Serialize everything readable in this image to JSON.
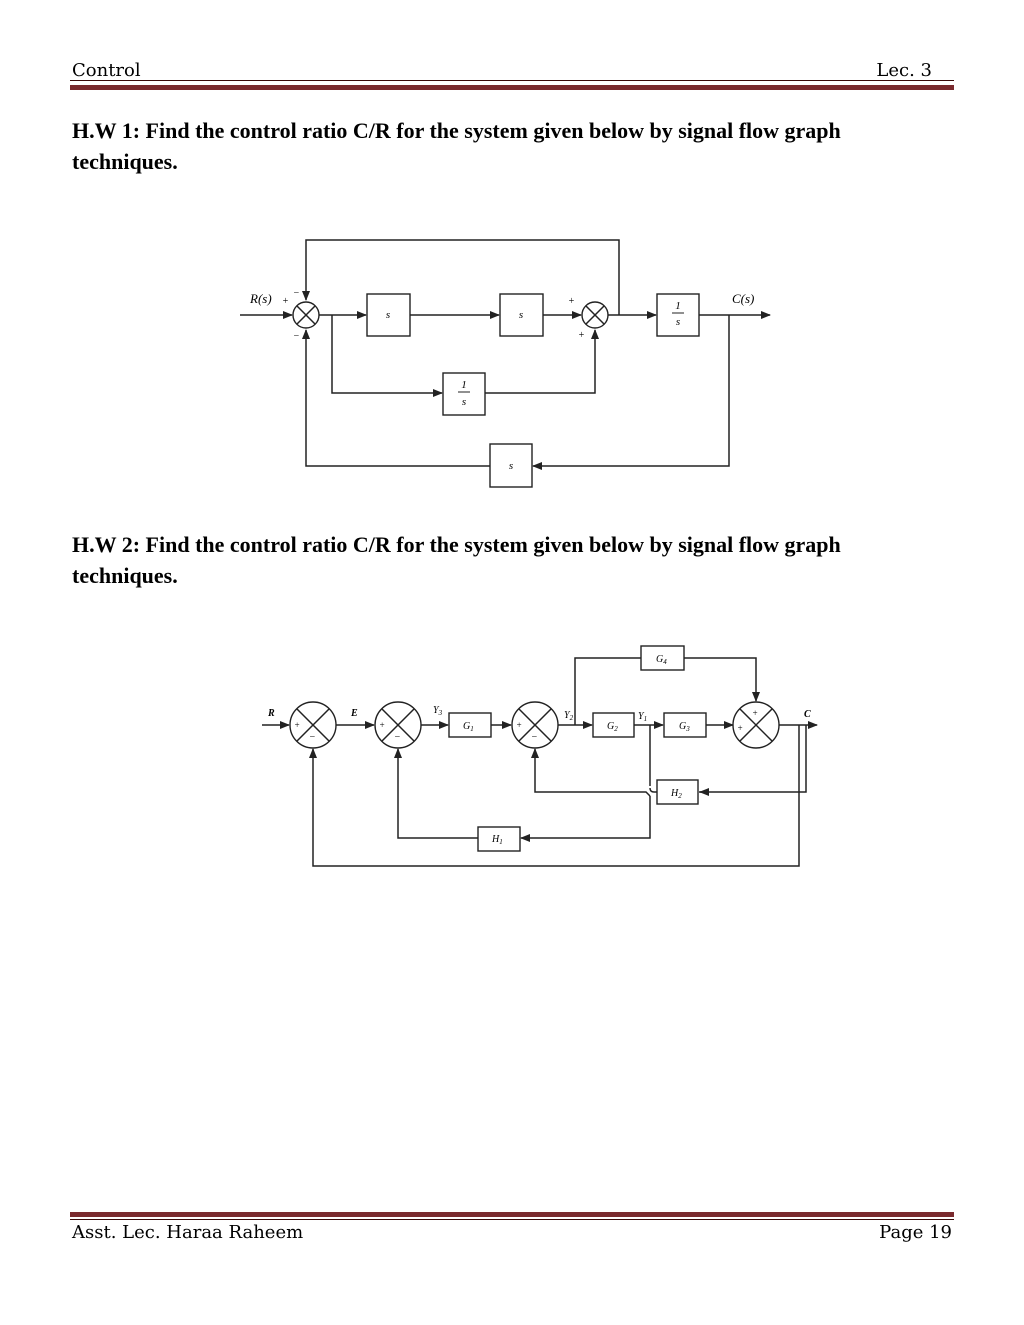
{
  "header": {
    "left": "Control",
    "right": "Lec. 3"
  },
  "questions": [
    {
      "text": "H.W 1: Find the control ratio C/R for the system given below by signal flow graph techniques."
    },
    {
      "text": "H.W 2: Find the control ratio C/R for the system given below by signal flow graph techniques."
    }
  ],
  "diagram1": {
    "input": "R(s)",
    "output": "C(s)",
    "blocks": {
      "s1": "s",
      "s2": "s",
      "inv_num": "1",
      "inv_den": "s",
      "lower_inv_num": "1",
      "lower_inv_den": "s",
      "feedback": "s"
    },
    "signs": {
      "sum1_left": "+",
      "sum1_top": "−",
      "sum1_bottom": "−",
      "sum2_left": "+",
      "sum2_bottom": "+"
    }
  },
  "diagram2": {
    "input": "R",
    "output": "C",
    "signals": {
      "e": "E",
      "y3": "Y",
      "y3_sub": "3",
      "y2": "Y",
      "y2_sub": "2",
      "y1": "Y",
      "y1_sub": "1"
    },
    "blocks": {
      "g1": "G",
      "g1_sub": "1",
      "g2": "G",
      "g2_sub": "2",
      "g3": "G",
      "g3_sub": "3",
      "g4": "G",
      "g4_sub": "4",
      "h1": "H",
      "h1_sub": "1",
      "h2": "H",
      "h2_sub": "2"
    },
    "signs": {
      "plus": "+",
      "minus": "−"
    }
  },
  "footer": {
    "left": "Asst. Lec. Haraa Raheem",
    "right": "Page 19"
  }
}
